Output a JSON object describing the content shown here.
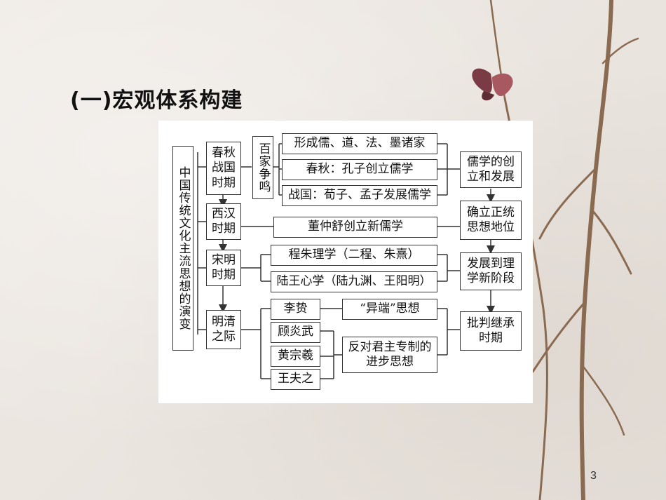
{
  "slide": {
    "title": "(一)宏观体系构建",
    "page_number": "3"
  },
  "diagram": {
    "root": "中国传统文化主流思想的演变",
    "periods": [
      "春秋战国时期",
      "西汉时期",
      "宋明时期",
      "明清之际"
    ],
    "baijia": "百家争鸣",
    "details": {
      "xingcheng": "形成儒、道、法、墨诸家",
      "chunqiu": "春秋：孔子创立儒学",
      "zhanguo": "战国：荀子、孟子发展儒学",
      "dong": "董仲舒创立新儒学",
      "chengzhu": "程朱理学（二程、朱熹）",
      "luwang": "陆王心学（陆九渊、王阳明）",
      "lizhi": "李贽",
      "gu": "顾炎武",
      "huang": "黄宗羲",
      "wang": "王夫之",
      "yiduan": "“异端”思想",
      "fandui": "反对君主专制的进步思想"
    },
    "stages": [
      "儒学的创立和发展",
      "确立正统思想地位",
      "发展到理学新阶段",
      "批判继承时期"
    ]
  }
}
